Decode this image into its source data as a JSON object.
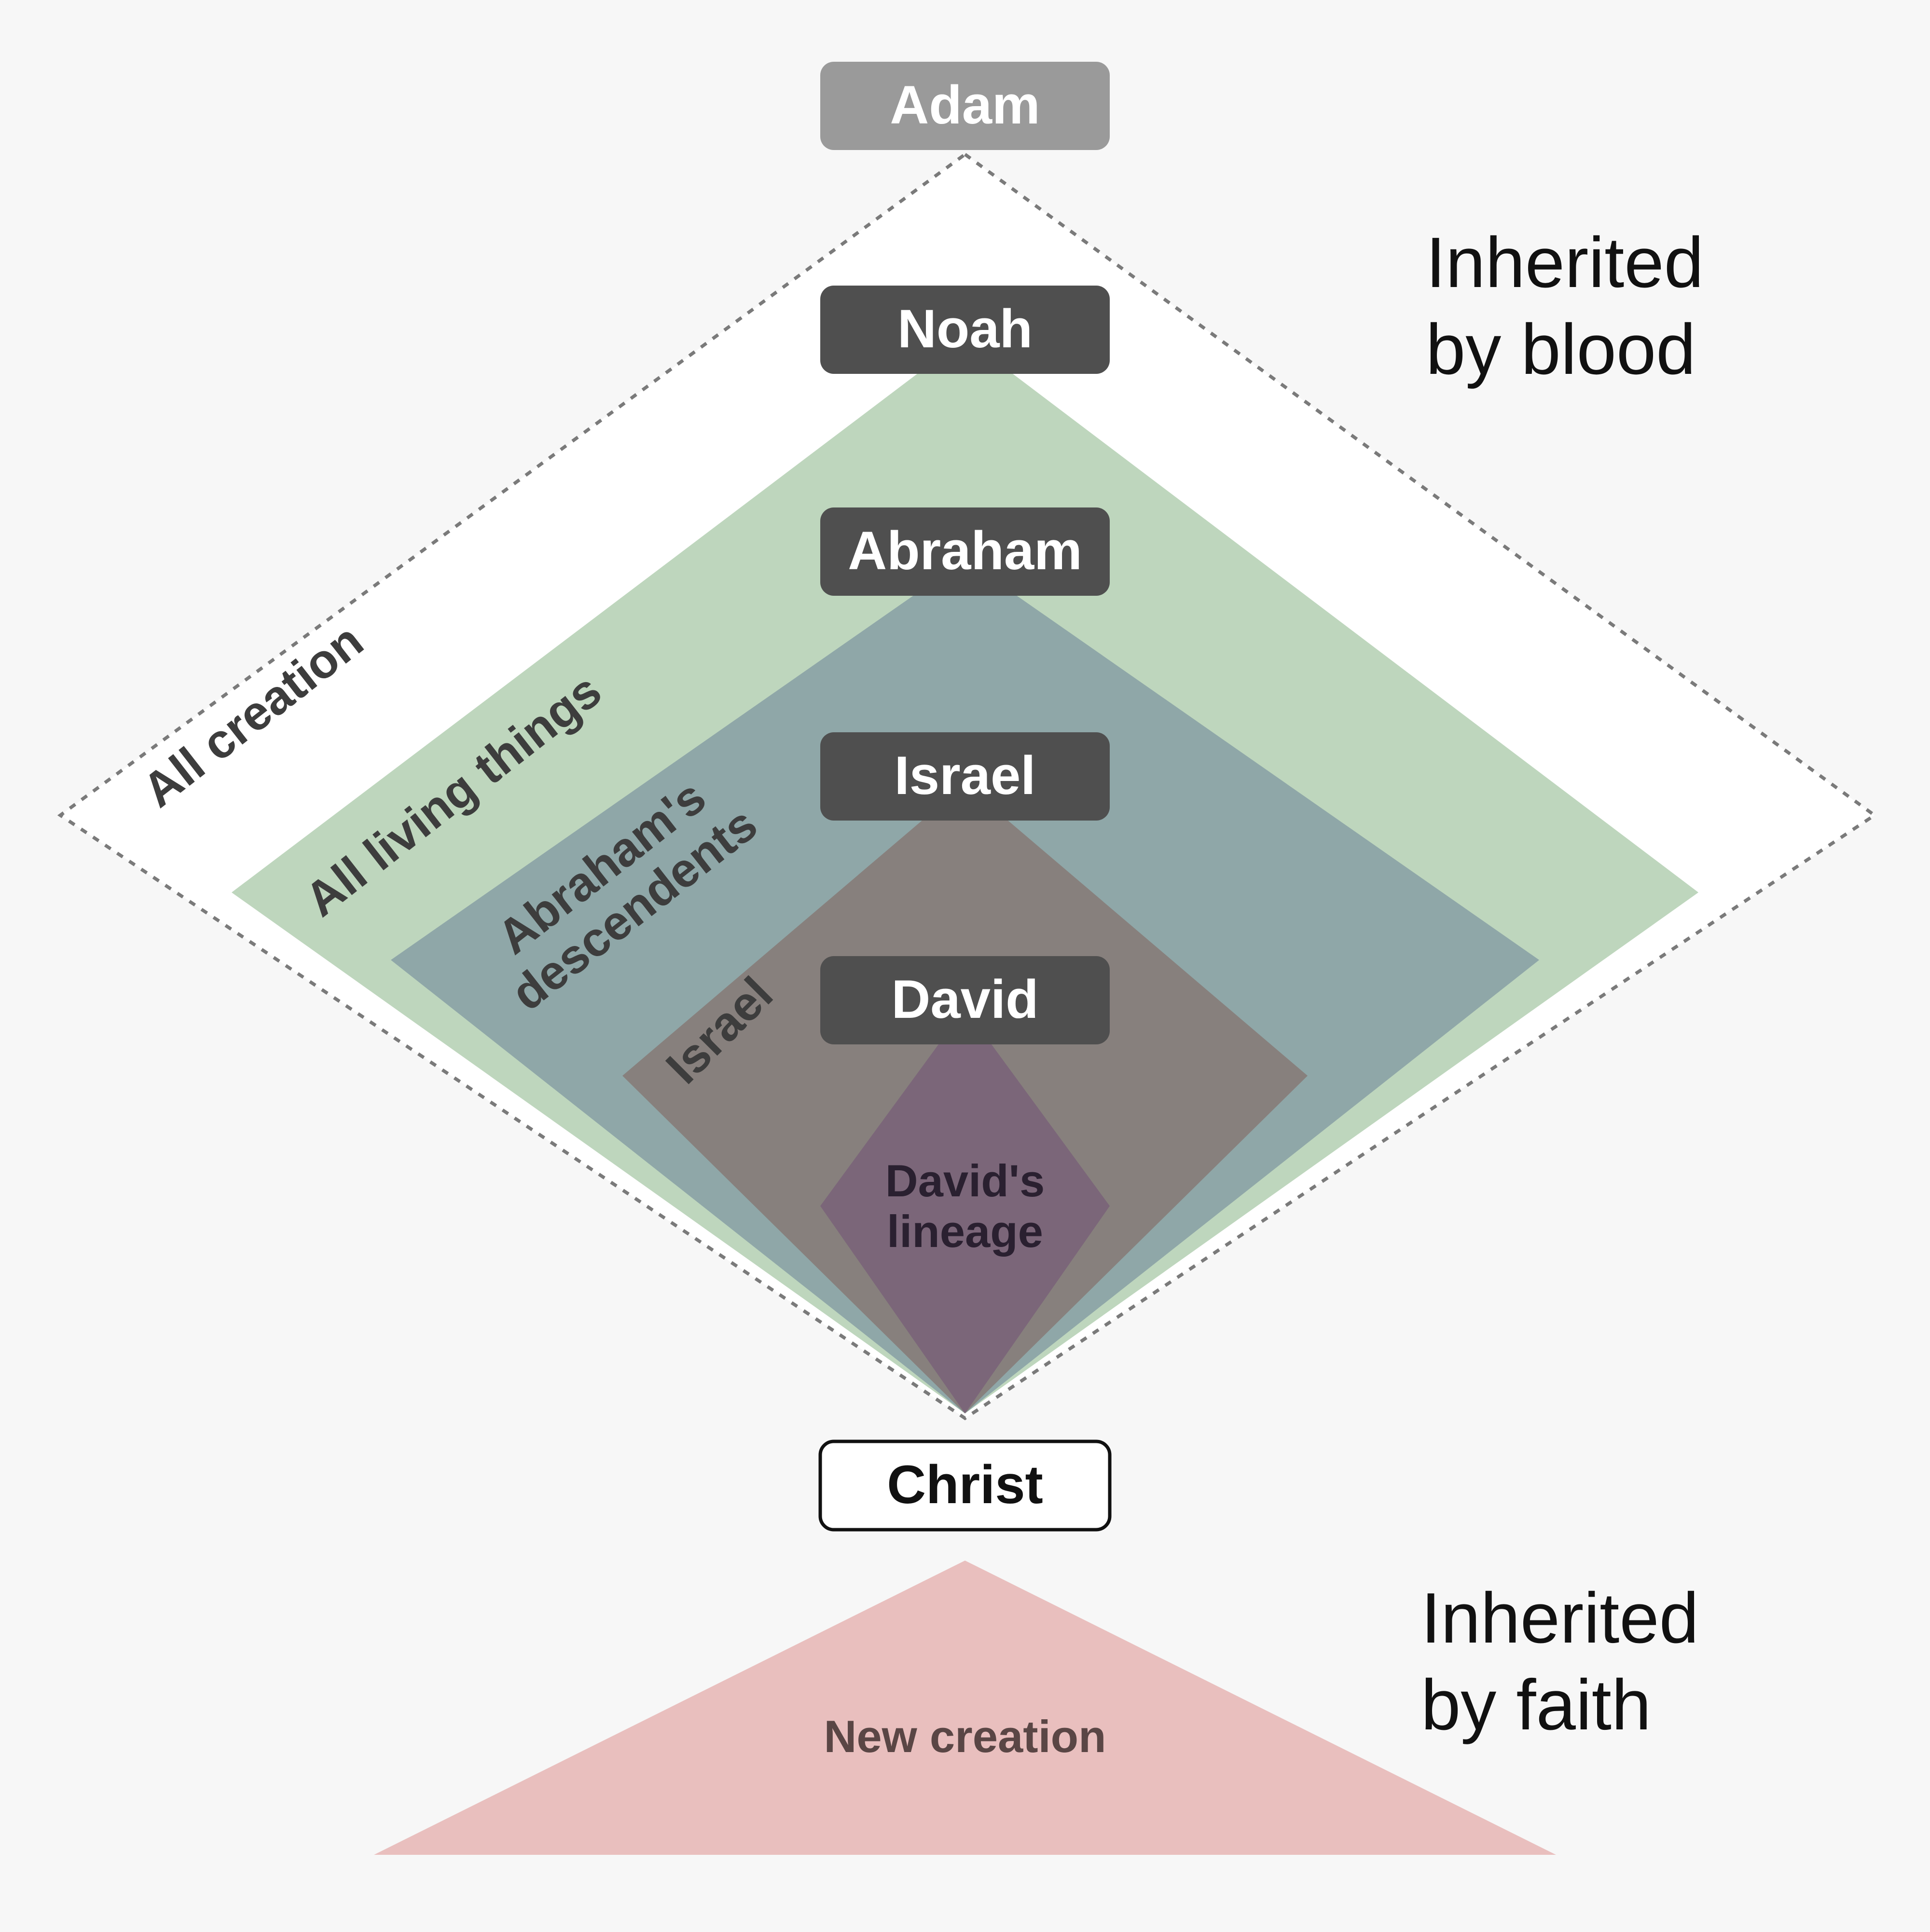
{
  "colors": {
    "background": "#f7f7f7",
    "all_creation": "#ffffff",
    "all_living_things": "#bed6bd",
    "abrahams_descendents": "#8fa7a8",
    "israel": "#87807d",
    "davids_lineage": "#7b6679",
    "new_creation": "#e9bfbe",
    "dark_node": "#4f4f4f",
    "adam_node": "#9a9a9a",
    "node_text": "#ffffff",
    "region_label": "#3d3d3d"
  },
  "nodes": {
    "adam": "Adam",
    "noah": "Noah",
    "abraham": "Abraham",
    "israel": "Israel",
    "david": "David",
    "christ": "Christ"
  },
  "regions": {
    "all_creation": "All creation",
    "all_living_things": "All living things",
    "abrahams_descendents_line1": "Abraham's",
    "abrahams_descendents_line2": "descendents",
    "israel": "Israel",
    "davids_lineage_line1": "David's",
    "davids_lineage_line2": "lineage",
    "new_creation": "New creation"
  },
  "side_labels": {
    "blood_line1": "Inherited",
    "blood_line2": "by blood",
    "faith_line1": "Inherited",
    "faith_line2": "by faith"
  }
}
